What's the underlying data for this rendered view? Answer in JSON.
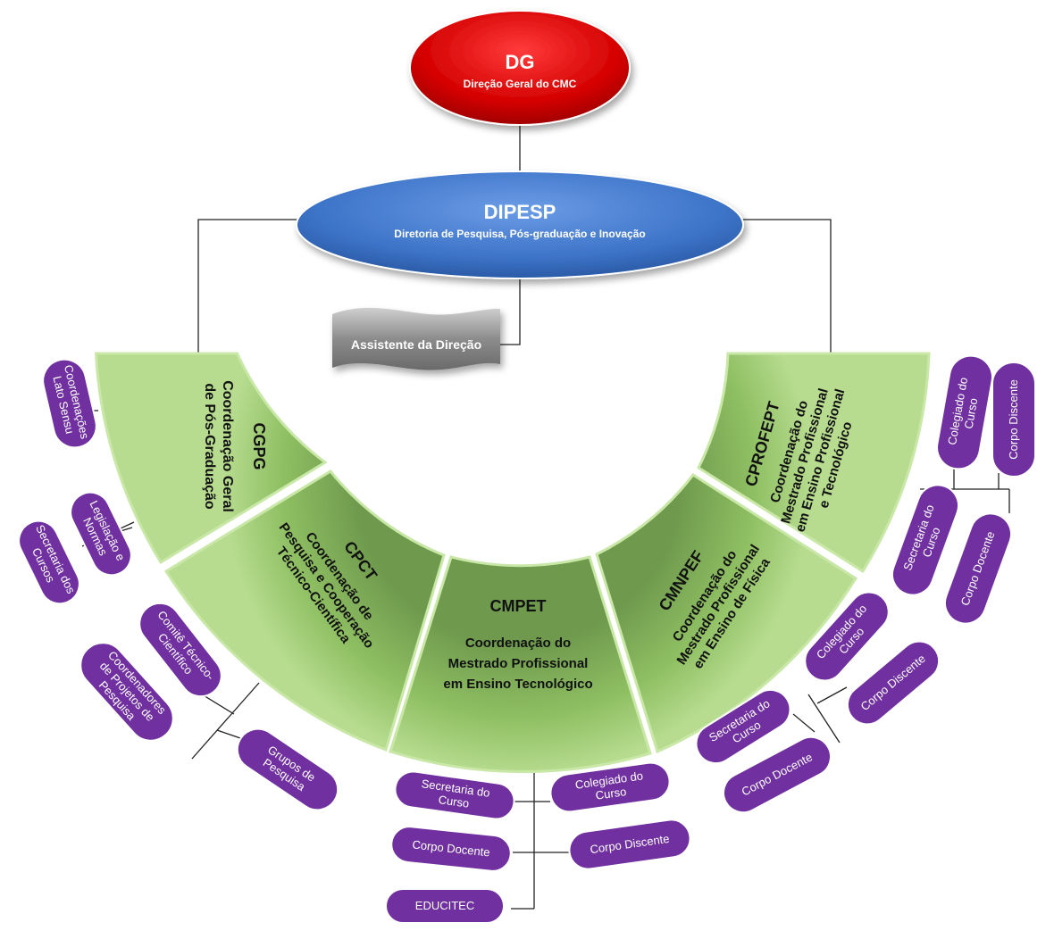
{
  "colors": {
    "dg": "#d40000",
    "dipesp": "#3d74c8",
    "segment": "#8fbf63",
    "pill": "#7030a0",
    "banner": "#8c8c8c"
  },
  "dg": {
    "title": "DG",
    "subtitle": "Direção Geral do CMC"
  },
  "dipesp": {
    "title": "DIPESP",
    "subtitle": "Diretoria de Pesquisa, Pós-graduação e Inovação"
  },
  "assistant": {
    "label": "Assistente da Direção"
  },
  "segments": {
    "cgpg": {
      "acronym": "CGPG",
      "lines": [
        "Coordenação Geral",
        "de Pós-Graduação"
      ]
    },
    "cpct": {
      "acronym": "CPCT",
      "lines": [
        "Coordenação de",
        "Pesquisa e Cooperação",
        "Técnico-Científica"
      ]
    },
    "cmpet": {
      "acronym": "CMPET",
      "lines": [
        "Coordenação do",
        "Mestrado Profissional",
        "em Ensino Tecnológico"
      ]
    },
    "cmnpef": {
      "acronym": "CMNPEF",
      "lines": [
        "Coordenação do",
        "Mestrado Profissional",
        "em Ensino de Física"
      ]
    },
    "cprofept": {
      "acronym": "CPROFEPT",
      "lines": [
        "Coordenação do",
        "Mestrado Profissional",
        "em Ensino Profissional",
        "e Tecnológico"
      ]
    }
  },
  "pills": {
    "lato_sensu": [
      "Coordenações",
      "Lato Sensu"
    ],
    "secretaria_cursos": [
      "Secretaria dos",
      "Cursos"
    ],
    "legislacao": [
      "Legislação e",
      "Normas"
    ],
    "comite": [
      "Comitê Técnico-",
      "Científico"
    ],
    "coordenadores": [
      "Coordenadores",
      "de Projetos de",
      "Pesquisa"
    ],
    "grupos": [
      "Grupos de",
      "Pesquisa"
    ],
    "cmpet_secretaria": [
      "Secretaria do",
      "Curso"
    ],
    "cmpet_colegiado": [
      "Colegiado do",
      "Curso"
    ],
    "cmpet_docente": [
      "Corpo Docente"
    ],
    "cmpet_discente": [
      "Corpo Discente"
    ],
    "cmpet_educitec": [
      "EDUCITEC"
    ],
    "cmnpef_colegiado": [
      "Colegiado do",
      "Curso"
    ],
    "cmnpef_discente": [
      "Corpo Discente"
    ],
    "cmnpef_secretaria": [
      "Secretaria do",
      "Curso"
    ],
    "cmnpef_docente": [
      "Corpo Docente"
    ],
    "cprofept_colegiado": [
      "Colegiado do",
      "Curso"
    ],
    "cprofept_discente": [
      "Corpo Discente"
    ],
    "cprofept_secretaria": [
      "Secretaria do",
      "Curso"
    ],
    "cprofept_docente": [
      "Corpo Docente"
    ]
  }
}
